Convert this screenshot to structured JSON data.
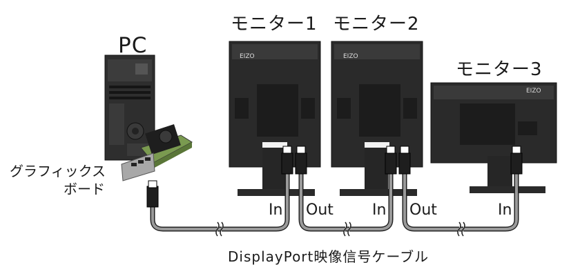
{
  "pc": {
    "label": "PC"
  },
  "graphics_board": {
    "label_line1": "グラフィックス",
    "label_line2": "ボード"
  },
  "monitors": [
    {
      "label": "モニター1",
      "ports": [
        "In",
        "Out"
      ],
      "brand": "EIZO"
    },
    {
      "label": "モニター2",
      "ports": [
        "In",
        "Out"
      ],
      "brand": "EIZO"
    },
    {
      "label": "モニター3",
      "ports": [
        "In"
      ],
      "brand": "EIZO"
    }
  ],
  "cable": {
    "label": "DisplayPort映像信号ケーブル"
  },
  "colors": {
    "device": "#2a2a2a",
    "device_light": "#4a4a4a",
    "cable": "#9a9a9a",
    "cable_outline": "#222222",
    "board": "#7a9a50"
  }
}
